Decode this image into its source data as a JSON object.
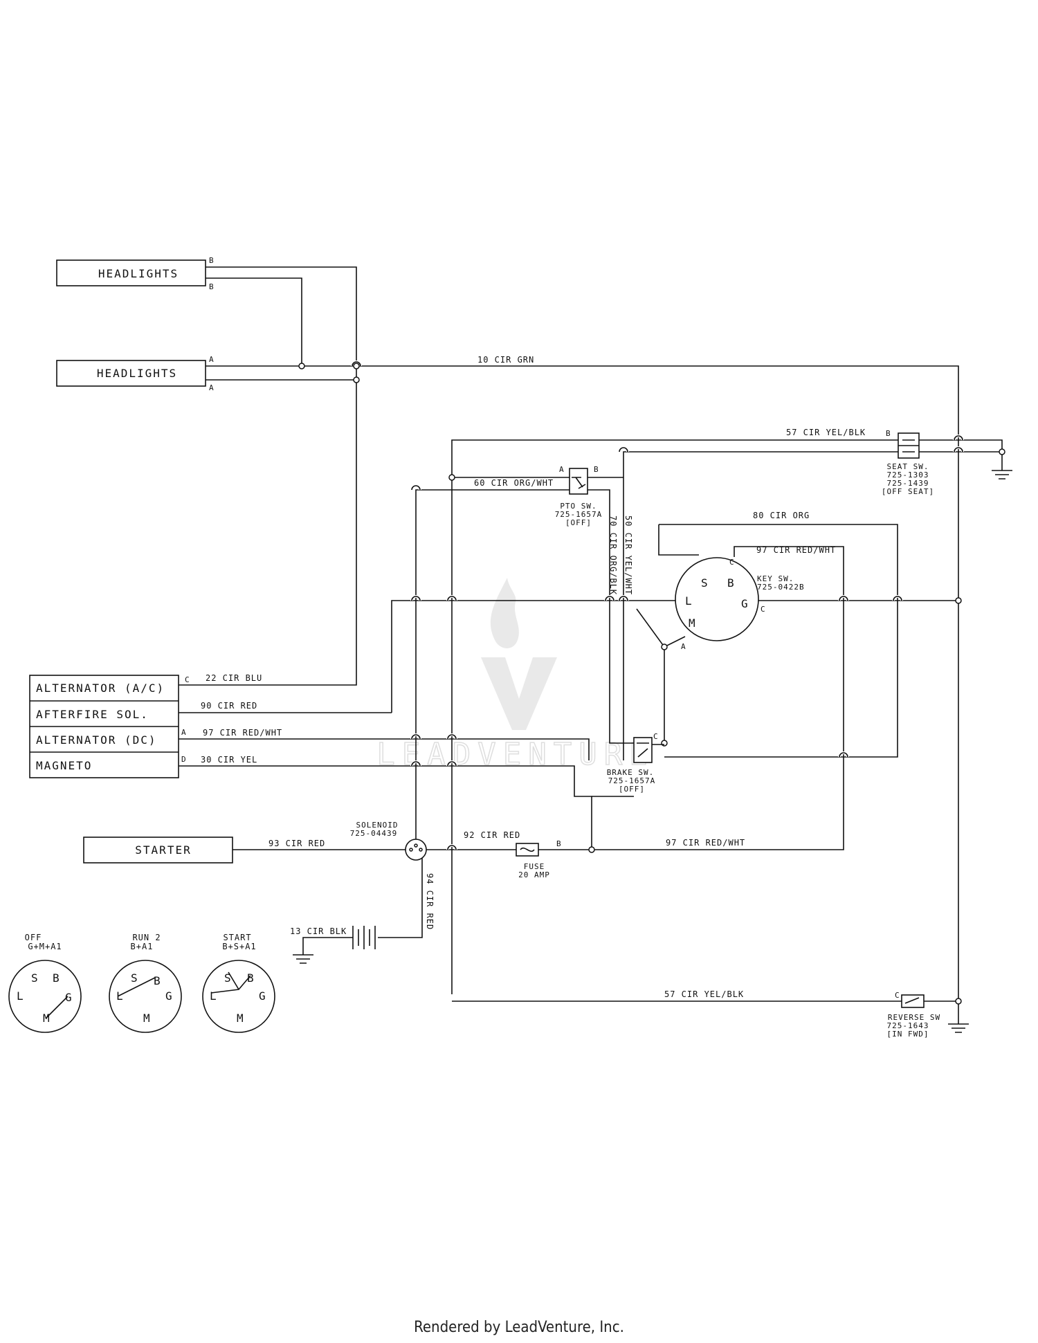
{
  "components": {
    "headlights_top": "HEADLIGHTS",
    "headlights_bottom": "HEADLIGHTS",
    "alternator_ac": "ALTERNATOR (A/C)",
    "afterfire_sol": "AFTERFIRE SOL.",
    "alternator_dc": "ALTERNATOR (DC)",
    "magneto": "MAGNETO",
    "starter": "STARTER"
  },
  "terminals": {
    "hl_top_1": "B",
    "hl_top_2": "B",
    "hl_bot_1": "A",
    "hl_bot_2": "A",
    "alt_ac": "C",
    "alt_dc": "A",
    "magneto": "D",
    "pto_a": "A",
    "pto_b": "B",
    "seat_b": "B",
    "key_s": "S",
    "key_b": "B",
    "key_l": "L",
    "key_g": "G",
    "key_m": "M",
    "key_c_top": "C",
    "key_c_right": "C",
    "key_a": "A",
    "brake_c": "C",
    "fuse_b": "B",
    "reverse_c": "C"
  },
  "wires": {
    "w10": "10 CIR GRN",
    "w57_top": "57 CIR YEL/BLK",
    "w60": "60 CIR ORG/WHT",
    "w70": "70 CIR ORG/BLK",
    "w50": "50 CIR YEL/WHT",
    "w80": "80 CIR ORG",
    "w97_key": "97 CIR RED/WHT",
    "w22": "22 CIR BLU",
    "w90": "90 CIR RED",
    "w97_alt": "97 CIR RED/WHT",
    "w30": "30 CIR YEL",
    "w93": "93 CIR RED",
    "w92": "92 CIR RED",
    "w97_fuse": "97 CIR RED/WHT",
    "w94": "94 CIR RED",
    "w13": "13 CIR BLK",
    "w57_bot": "57 CIR YEL/BLK"
  },
  "labels": {
    "pto": [
      "PTO SW.",
      "725-1657A",
      "[OFF]"
    ],
    "seat": [
      "SEAT SW.",
      "725-1303",
      "725-1439",
      "[OFF SEAT]"
    ],
    "key": [
      "KEY SW.",
      "725-0422B"
    ],
    "brake": [
      "BRAKE SW.",
      "725-1657A",
      "[OFF]"
    ],
    "solenoid": [
      "SOLENOID",
      "725-04439"
    ],
    "fuse": [
      "FUSE",
      "20 AMP"
    ],
    "reverse": [
      "REVERSE SW",
      "725-1643",
      "[IN FWD]"
    ]
  },
  "key_positions": [
    {
      "title": "OFF",
      "combo": "G+M+A1"
    },
    {
      "title": "RUN 2",
      "combo": "B+A1"
    },
    {
      "title": "START",
      "combo": "B+S+A1"
    }
  ],
  "key_dial_letters": {
    "s": "S",
    "b": "B",
    "l": "L",
    "g": "G",
    "m": "M"
  },
  "watermark": "LEADVENTURE",
  "footer": "Rendered by LeadVenture, Inc."
}
